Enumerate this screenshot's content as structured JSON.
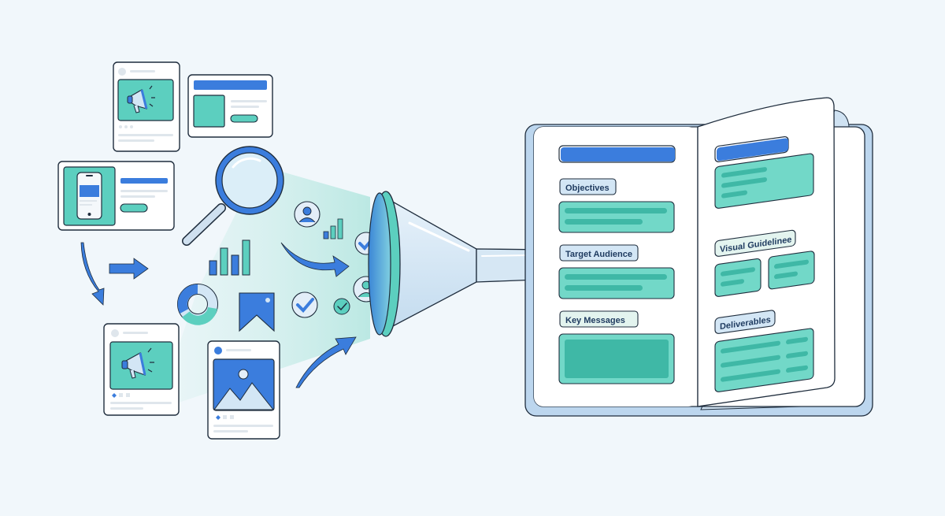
{
  "diagram": {
    "description": "Inputs are analyzed and funneled into a creative brief document",
    "colors": {
      "background": "#f1f7fb",
      "blue": "#3b7ddd",
      "teal": "#5ccfbf",
      "teal_dark": "#3fb8a6",
      "light_blue": "#d3e6f5",
      "outline": "#1f2d3d",
      "shadow": "#b9d5ec"
    },
    "inputs": [
      {
        "type": "social-post",
        "icon": "megaphone-icon"
      },
      {
        "type": "web-banner",
        "icon": "layout-icon"
      },
      {
        "type": "mobile-ad",
        "icon": "smartphone-icon"
      },
      {
        "type": "social-post",
        "icon": "megaphone-icon"
      },
      {
        "type": "image-post",
        "icon": "image-icon"
      }
    ],
    "analysis_icons": [
      "magnifier-icon",
      "bar-chart-icon",
      "donut-chart-icon",
      "bookmark-icon",
      "user-icon",
      "check-icon"
    ],
    "funnel": {
      "icon": "funnel-icon"
    },
    "brief": {
      "left_page": {
        "sections": [
          {
            "label": "Objectives"
          },
          {
            "label": "Target Audience"
          },
          {
            "label": "Key Messages"
          }
        ]
      },
      "right_page": {
        "sections": [
          {
            "label": "Visual Guidelinee"
          },
          {
            "label": "Deliverables"
          }
        ]
      }
    }
  }
}
